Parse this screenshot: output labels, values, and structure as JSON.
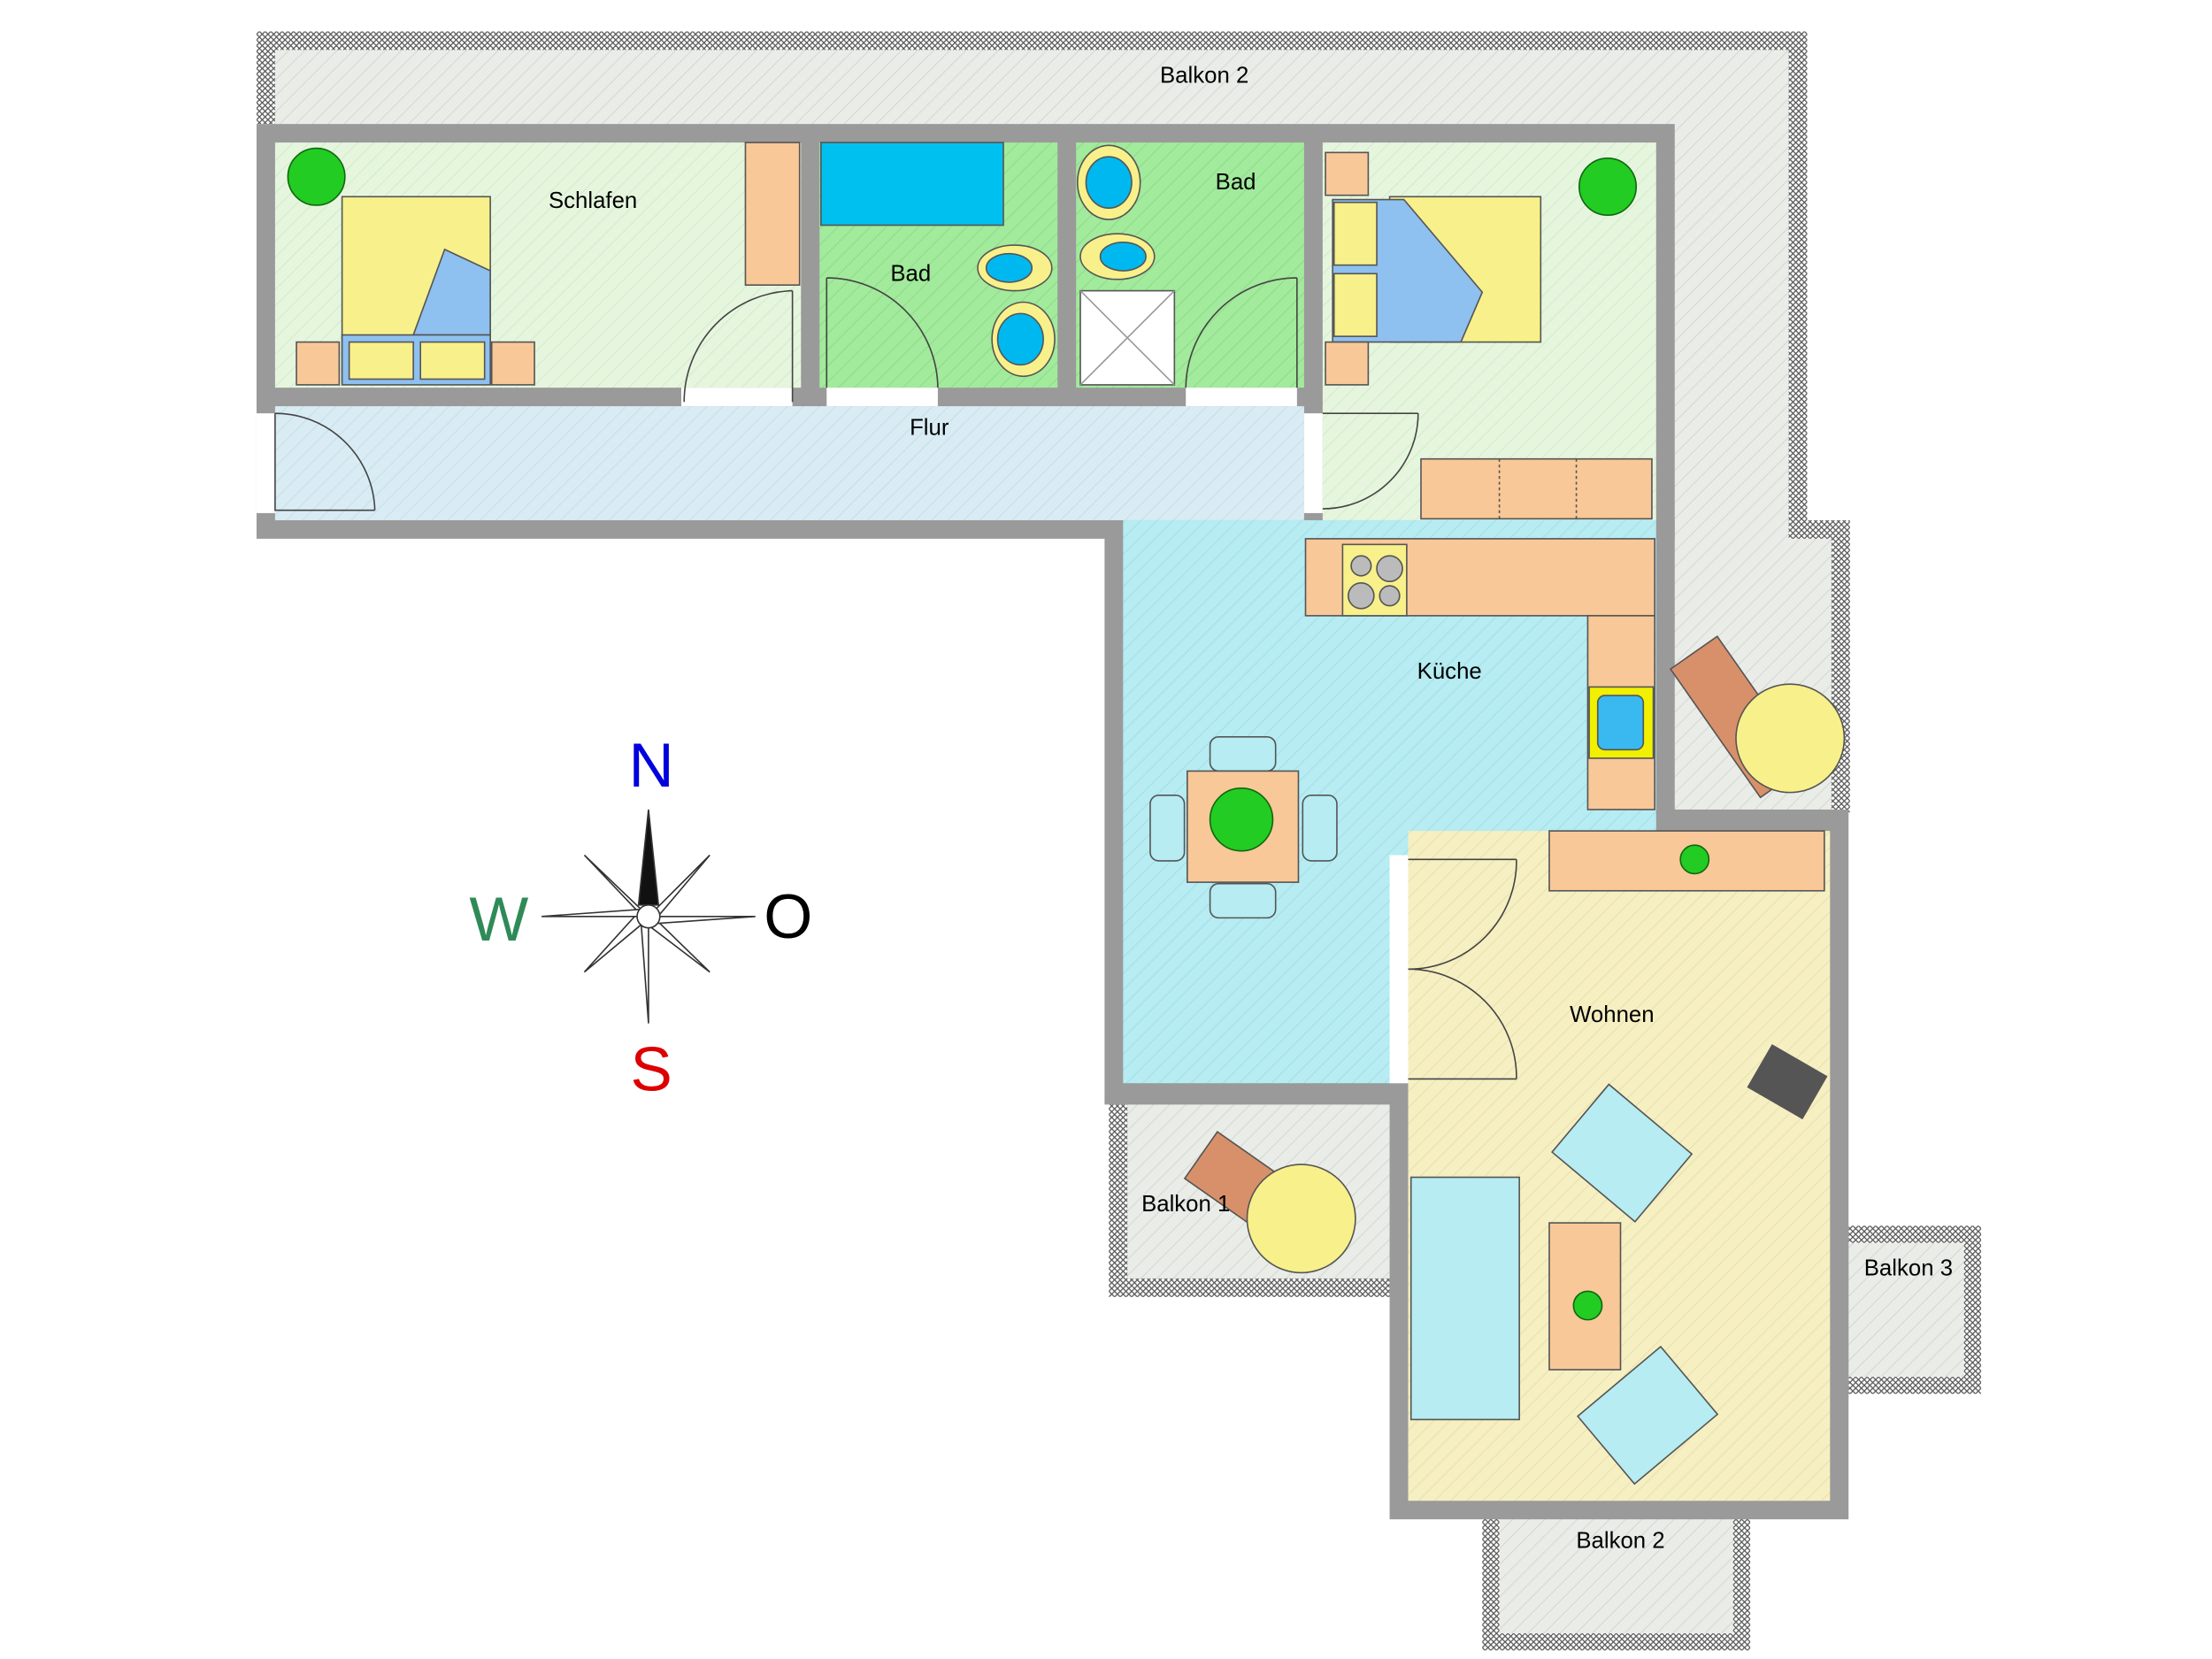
{
  "rooms": {
    "balkon2_top": "Balkon 2",
    "schlafen": "Schlafen",
    "bad1": "Bad",
    "bad2": "Bad",
    "flur": "Flur",
    "kueche": "Küche",
    "wohnen": "Wohnen",
    "balkon1": "Balkon 1",
    "balkon3": "Balkon 3",
    "balkon2_bottom": "Balkon 2"
  },
  "compass": {
    "north": "N",
    "west": "W",
    "east": "O",
    "south": "S"
  },
  "colors": {
    "north": "#0000dd",
    "west": "#2e8b57",
    "east": "#000000",
    "south": "#dd0000",
    "bedroom": "#e4f6dc",
    "bath": "#9ee89a",
    "hall": "#d8ecf4",
    "kitchen": "#b4ecf2",
    "living": "#f4eec0",
    "balcony": "#e8ece6",
    "furniture": "#f8c898",
    "bed": "#f8f08a"
  }
}
